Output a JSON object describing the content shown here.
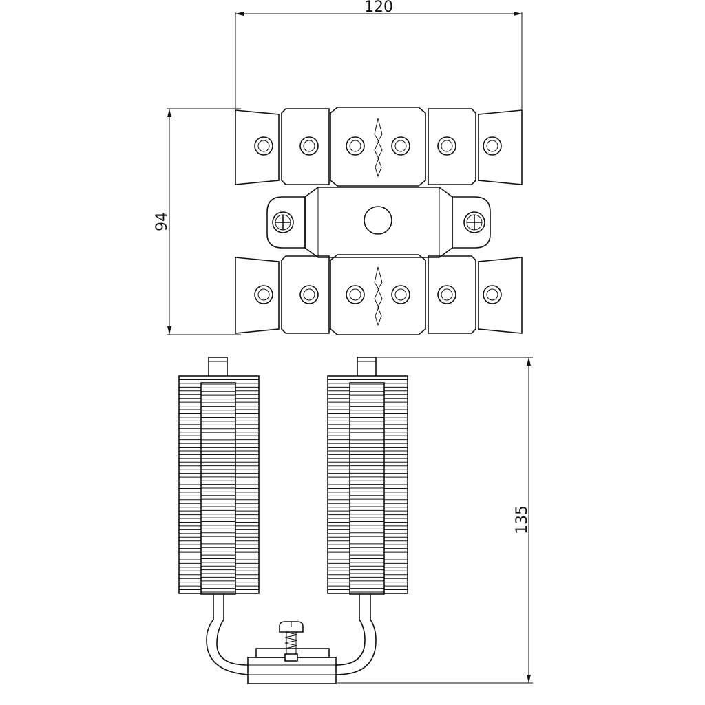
{
  "dimensions": {
    "width": "120",
    "height_top": "94",
    "height_side": "135"
  },
  "colors": {
    "line": "#111111",
    "background": "#ffffff"
  }
}
